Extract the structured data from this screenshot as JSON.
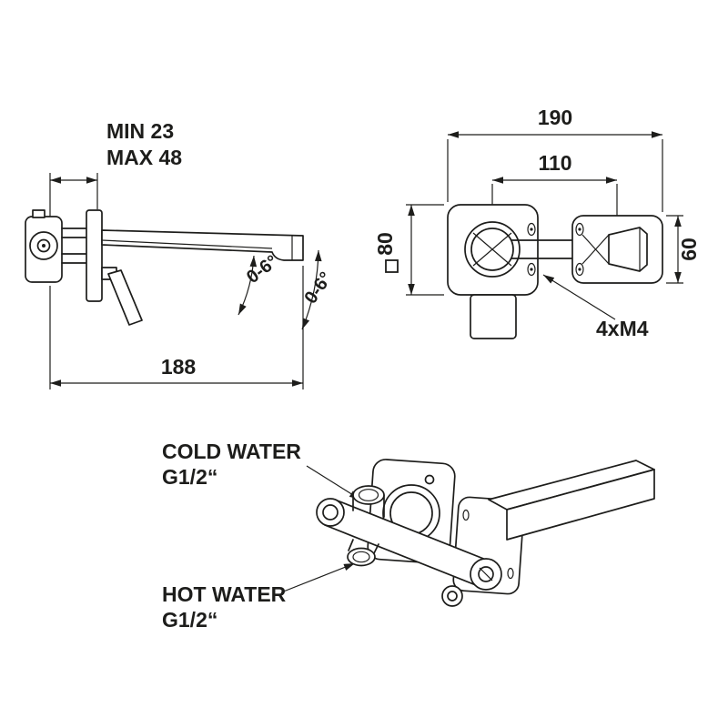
{
  "drawing": {
    "background": "#ffffff",
    "line_color": "#1d1d1b"
  },
  "side_view": {
    "depth_min": "MIN 23",
    "depth_max": "MAX 48",
    "spout_angle_inner": "0-6°",
    "spout_angle_outer": "0-6°",
    "spout_length": "188"
  },
  "front_view": {
    "overall_width": "190",
    "centers_distance": "110",
    "plate_square_size": "80",
    "spout_plate_height": "60",
    "screws": "4xM4"
  },
  "installation_view": {
    "cold_water_line1": "COLD WATER",
    "cold_water_line2": "G1/2“",
    "hot_water_line1": "HOT WATER",
    "hot_water_line2": "G1/2“"
  }
}
